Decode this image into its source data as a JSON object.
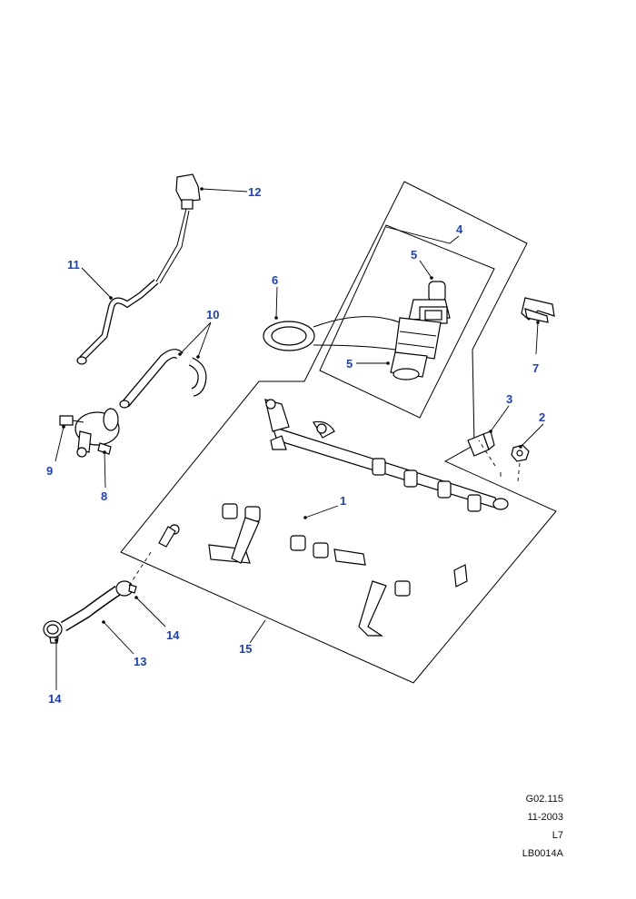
{
  "callouts": {
    "c1": "1",
    "c2": "2",
    "c3": "3",
    "c4": "4",
    "c5a": "5",
    "c5b": "5",
    "c6": "6",
    "c7": "7",
    "c8": "8",
    "c9": "9",
    "c10": "10",
    "c11": "11",
    "c12": "12",
    "c13": "13",
    "c14a": "14",
    "c14b": "14",
    "c15": "15"
  },
  "reference": {
    "code": "G02.115",
    "date": "11-2003",
    "model": "L7",
    "drawing": "LB0014A"
  },
  "colors": {
    "callout": "#1a3fd1",
    "line": "#000000"
  }
}
